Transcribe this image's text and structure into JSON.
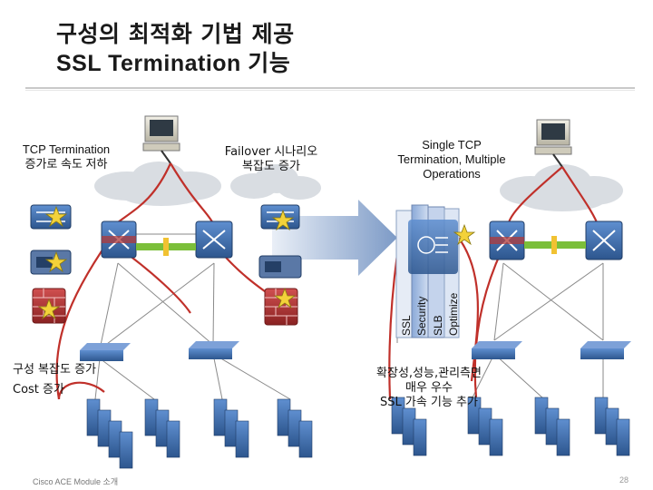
{
  "title": {
    "line1": "구성의 최적화 기법 제공",
    "line2": "SSL Termination 기능"
  },
  "labels": {
    "tcp_termination": "TCP Termination",
    "speed_limit": "증가로 속도 저하",
    "failover_line1": "Failover 시나리오",
    "failover_line2": "복잡도 증가",
    "single_tcp_line1": "Single TCP",
    "single_tcp_line2": "Termination, Multiple",
    "single_tcp_line3": "Operations",
    "config_complexity": "구성 복잡도 증가",
    "cost_increase": "Cost 증가",
    "benefit_line1": "확장성,성능,관리측면",
    "benefit_line2": "매우 우수",
    "benefit_line3": "SSL 가속 기능 추가"
  },
  "module_stack": [
    "SSL",
    "Security",
    "SLB",
    "Optimize"
  ],
  "footer": {
    "text": "Cisco ACE Module 소개",
    "page": "28"
  },
  "colors": {
    "arrow": "#6e8fc0",
    "cloud": "#d9dde2",
    "router_blue": "#3a6aa8",
    "firewall_red": "#b03a3a",
    "cable_red": "#c0302a",
    "star": "#f3d23a",
    "server": "#4a6fb0"
  }
}
